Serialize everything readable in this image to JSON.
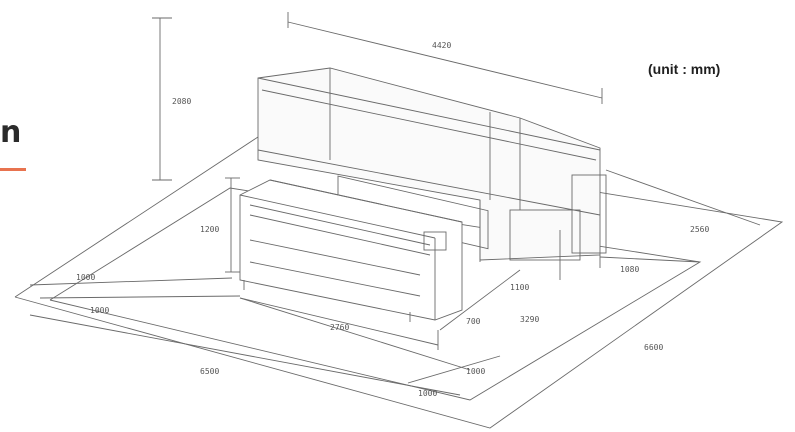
{
  "heading": {
    "fragment": "n"
  },
  "unit_label": "(unit : mm)",
  "colors": {
    "accent_underline": "#e8734f",
    "line": "#6a6a6a",
    "text": "#2b2b2b"
  },
  "dimensions": {
    "machine_length": "4420",
    "machine_height": "2080",
    "feeder_height": "1200",
    "feeder_length": "2760",
    "left_clearance_outer": "1000",
    "left_clearance_inner": "1000",
    "floor_length": "6500",
    "front_clearance_outer": "1000",
    "front_clearance_inner": "1000",
    "depth_rear": "2560",
    "rear_clearance": "1080",
    "floor_depth": "6600",
    "feeder_depth": "700",
    "gap_depth": "1100",
    "machine_depth": "3290"
  }
}
